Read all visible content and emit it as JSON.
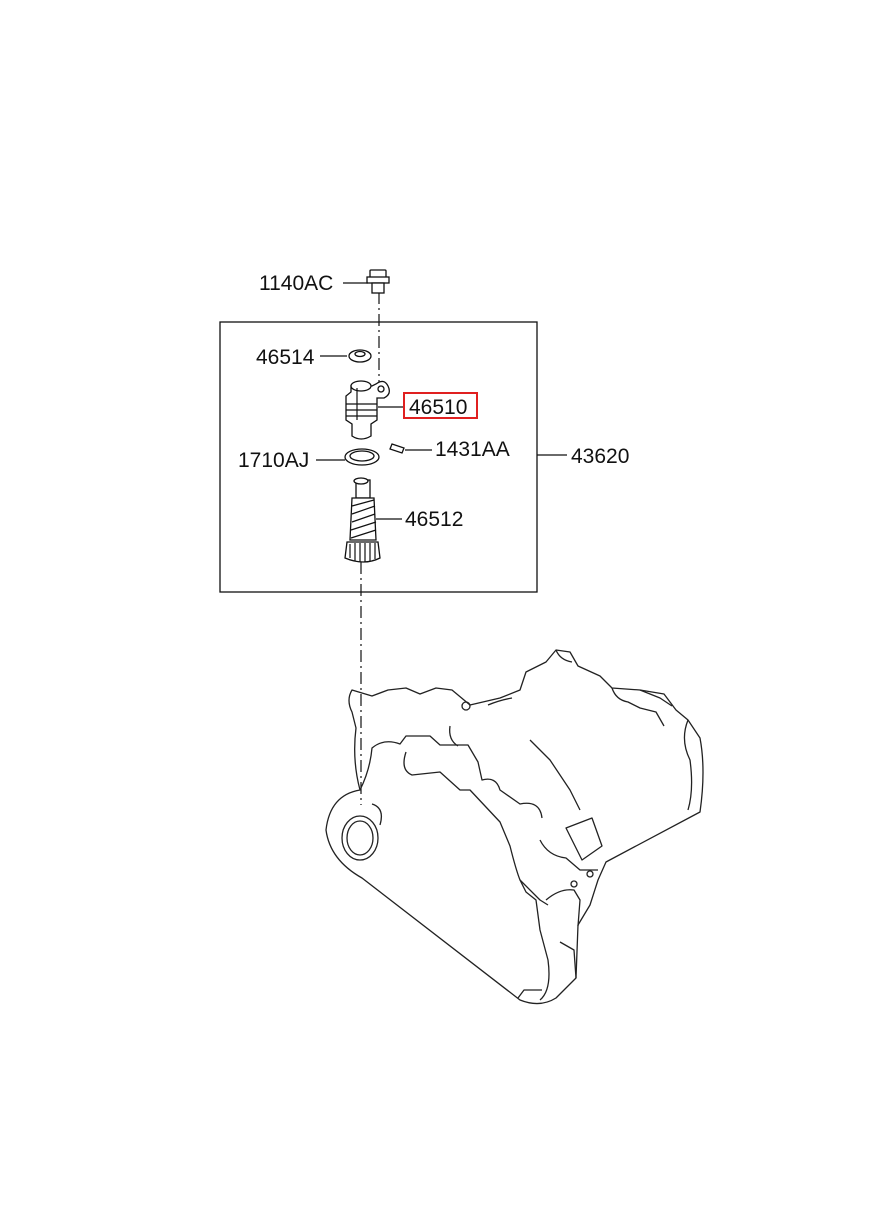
{
  "parts": {
    "bolt": "1140AC",
    "washer": "46514",
    "sleeve_highlighted": "46510",
    "o_ring": "1710AJ",
    "pin": "1431AA",
    "assembly": "43620",
    "driven_gear": "46512"
  },
  "highlight_color": "#e02020"
}
